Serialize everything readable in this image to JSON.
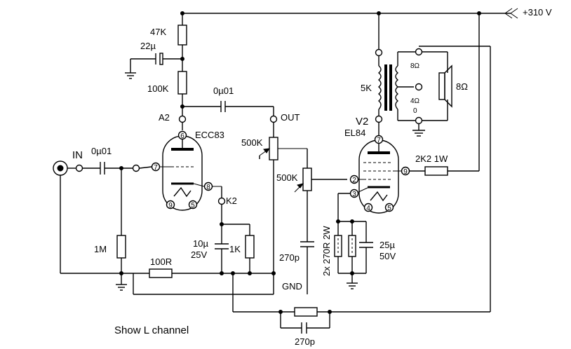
{
  "diagram": {
    "caption": "Show L channel",
    "supply": "+310 V",
    "input_label": "IN",
    "output_label": "OUT",
    "ground_label": "GND",
    "nodes": {
      "a2": "A2",
      "k2": "K2"
    },
    "tubes": {
      "preamp": {
        "name": "ECC83",
        "pins": {
          "anode": "6",
          "grid": "7",
          "cathode": "8",
          "heater1": "9",
          "heater2": "5"
        }
      },
      "power": {
        "designator": "V2",
        "name": "EL84",
        "pins": {
          "anode": "7",
          "g2": "9",
          "g1": "2",
          "cathode": "3",
          "heater1": "4",
          "heater2": "5"
        }
      }
    },
    "components": {
      "r_47k": "47K",
      "c_22u": "22µ",
      "r_100k": "100K",
      "c_coupling": "0µ01",
      "c_input": "0µ01",
      "r_1m": "1M",
      "r_100r": "100R",
      "c_10u": "10µ",
      "c_10u_v": "25V",
      "r_1k": "1K",
      "pot_500k_a": "500K",
      "pot_500k_b": "500K",
      "c_270p": "270p",
      "r_2k2": "2K2 1W",
      "r_270r": "2x 270R 2W",
      "c_25u": "25µ",
      "c_25u_v": "50V",
      "c_fb": "270p"
    },
    "transformer": {
      "primary": "5K",
      "tap_8": "8Ω",
      "tap_4": "4Ω",
      "tap_0": "0",
      "speaker": "8Ω"
    }
  }
}
